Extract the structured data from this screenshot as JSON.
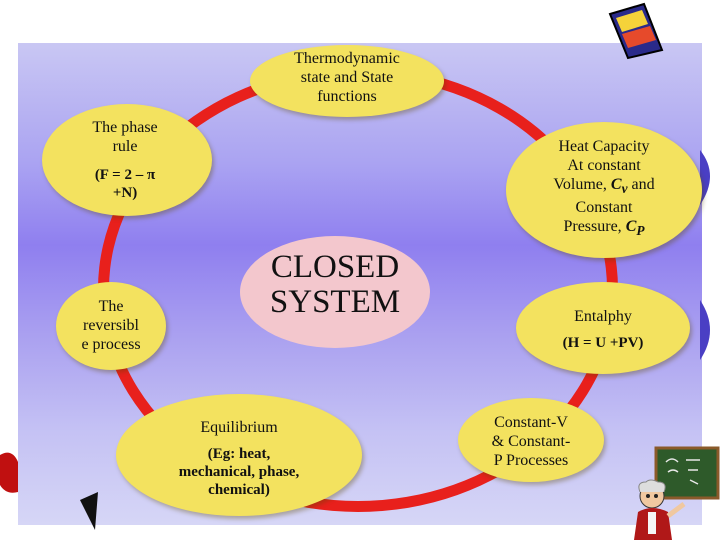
{
  "center": {
    "line1": "CLOSED",
    "line2": "SYSTEM"
  },
  "nodes": {
    "top": {
      "lines": [
        "Thermodynamic",
        "state and State",
        "functions"
      ]
    },
    "phase": {
      "lines": [
        "The phase",
        "rule"
      ],
      "formula": [
        "(F = 2 – π",
        "+N)"
      ]
    },
    "reversible": {
      "lines": [
        "The",
        "reversibl",
        "e process"
      ]
    },
    "equilibrium": {
      "title": "Equilibrium",
      "detail": [
        "(Eg: heat,",
        "mechanical, phase,",
        "chemical)"
      ]
    },
    "constant": {
      "lines": [
        "Constant-V",
        "& Constant-",
        "P Processes"
      ]
    },
    "enthalpy": {
      "title": "Entalphy",
      "formula": "(H = U +PV)"
    },
    "heat": {
      "lines": [
        "Heat Capacity",
        "At constant",
        "Volume,"
      ],
      "cv_symbol": "C",
      "cv_sub": "v",
      "mid": "and",
      "line4": "Constant",
      "line5_prefix": "Pressure,",
      "cp_symbol": "C",
      "cp_sub": "P"
    }
  },
  "colors": {
    "ring": "#e8201c",
    "bubble": "#f3e25f",
    "center": "#f3c7cd",
    "panel": "#9d94ef"
  },
  "icons": [
    "pencil-icon",
    "professor-chalkboard-icon"
  ]
}
